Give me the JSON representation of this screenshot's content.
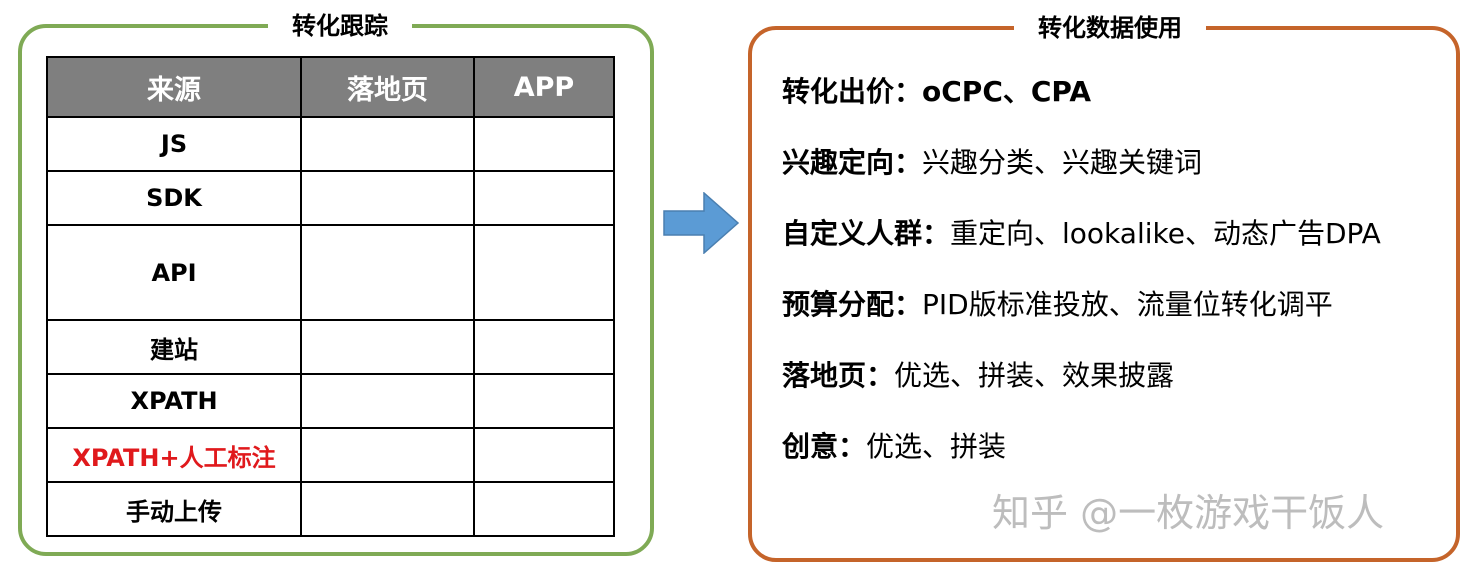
{
  "left_panel": {
    "title": "转化跟踪",
    "table": {
      "headers": [
        "来源",
        "落地页",
        "APP"
      ],
      "rows": [
        {
          "source": "JS",
          "landing": "",
          "app": ""
        },
        {
          "source": "SDK",
          "landing": "",
          "app": ""
        },
        {
          "source": "API",
          "landing": "",
          "app": ""
        },
        {
          "source": "建站",
          "landing": "",
          "app": ""
        },
        {
          "source": "XPATH",
          "landing": "",
          "app": ""
        },
        {
          "source": "XPATH+人工标注",
          "landing": "",
          "app": "",
          "highlight_color": "#e0191c"
        },
        {
          "source": "手动上传",
          "landing": "",
          "app": ""
        }
      ]
    }
  },
  "arrow": {
    "icon": "right-arrow-icon",
    "color": "#5b9bd5"
  },
  "right_panel": {
    "title": "转化数据使用",
    "items": [
      {
        "label": "转化出价：",
        "value": "oCPC、CPA",
        "value_bold": true
      },
      {
        "label": "兴趣定向：",
        "value": "兴趣分类、兴趣关键词"
      },
      {
        "label": "自定义人群：",
        "value": "重定向、lookalike、动态广告DPA"
      },
      {
        "label": "预算分配：",
        "value": "PID版标准投放、流量位转化调平"
      },
      {
        "label": "落地页：",
        "value": "优选、拼装、效果披露"
      },
      {
        "label": "创意：",
        "value": "优选、拼装"
      }
    ]
  },
  "colors": {
    "left_border": "#7faa55",
    "right_border": "#c5642a",
    "table_header_bg": "#7f7f7f"
  },
  "watermark": "知乎 @一枚游戏干饭人"
}
